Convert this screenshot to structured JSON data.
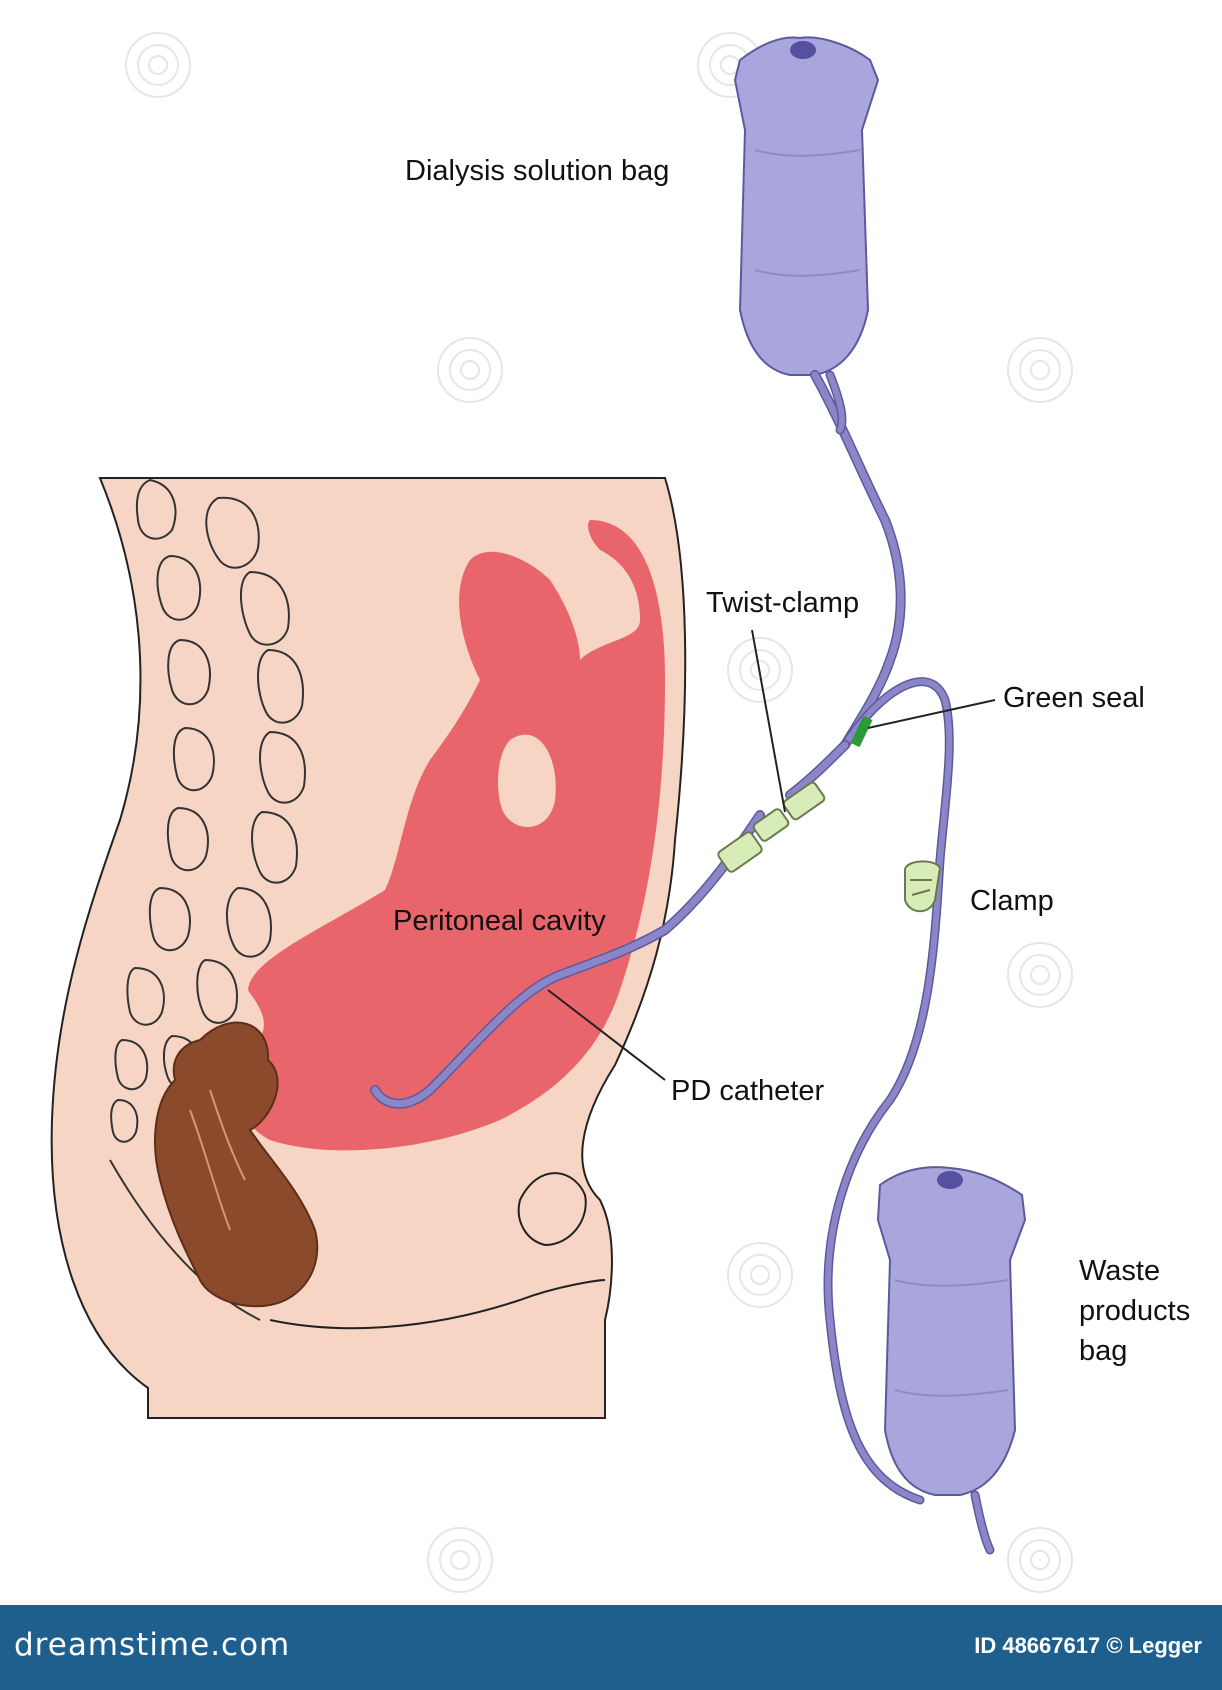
{
  "labels": {
    "dialysis_bag": "Dialysis solution bag",
    "twist_clamp": "Twist-clamp",
    "green_seal": "Green seal",
    "clamp": "Clamp",
    "peritoneal_cavity": "Peritoneal cavity",
    "pd_catheter": "PD catheter",
    "waste_line1": "Waste",
    "waste_line2": "products",
    "waste_line3": "bag"
  },
  "footer": {
    "brand": "dreamstime.com",
    "credit": "ID 48667617 © Legger"
  },
  "colors": {
    "skin": "#f6d5c4",
    "cavity": "#e8656b",
    "bag": "#a8a6dc",
    "tube": "#8a86c8",
    "colon": "#8b4a2b",
    "seal": "#2a9a3a",
    "clamp": "#d8ecb8",
    "footer": "#1e5f8e"
  }
}
